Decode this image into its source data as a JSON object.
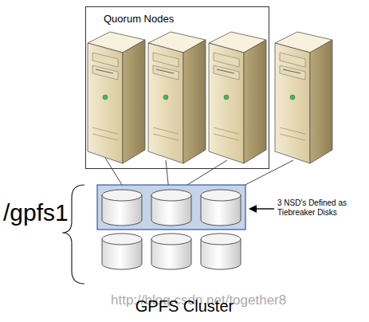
{
  "diagram": {
    "caption": "GPFS Cluster",
    "nodes": [
      {
        "text": [
          "Quorum Nodes"
        ]
      }
    ],
    "labels": [
      "3 NSD's Defined as Tiebreaker Disks",
      "/gpfs1",
      "http://blog.csdn.net/together8"
    ]
  }
}
